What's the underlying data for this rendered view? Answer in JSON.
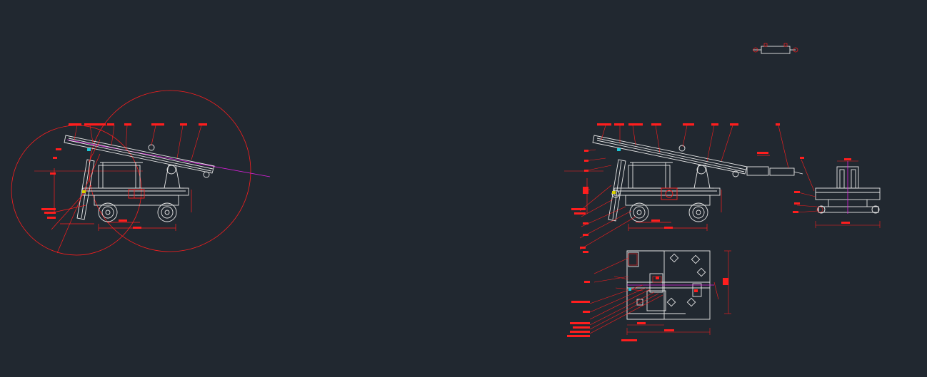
{
  "colors": {
    "background": "#212830",
    "geometry": "#e8e8e8",
    "dimension": "#ff1e1e",
    "centerline": "#e020e0",
    "accent_yellow": "#d8d000",
    "accent_cyan": "#19c8d8"
  },
  "drawing": {
    "views": [
      {
        "name": "side-elevation-with-swing-radius"
      },
      {
        "name": "side-elevation-with-extension"
      },
      {
        "name": "end-view"
      },
      {
        "name": "plan-view"
      },
      {
        "name": "hydraulic-cylinder-detail"
      }
    ]
  }
}
